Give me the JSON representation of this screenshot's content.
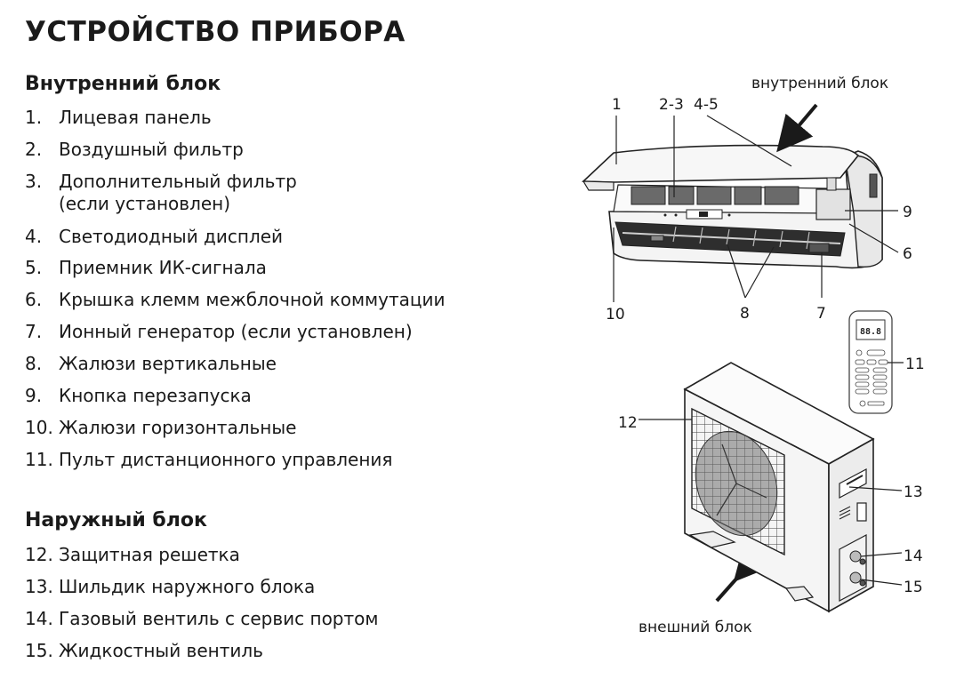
{
  "title": "УСТРОЙСТВО ПРИБОРА",
  "indoor": {
    "heading": "Внутренний блок",
    "items": [
      {
        "num": "1.",
        "text": "Лицевая панель"
      },
      {
        "num": "2.",
        "text": "Воздушный фильтр"
      },
      {
        "num": "3.",
        "text": "Дополнительный фильтр",
        "sub": "(если установлен)"
      },
      {
        "num": "4.",
        "text": "Светодиодный дисплей"
      },
      {
        "num": "5.",
        "text": "Приемник ИК-сигнала"
      },
      {
        "num": "6.",
        "text": "Крышка клемм межблочной коммутации"
      },
      {
        "num": "7.",
        "text": "Ионный генератор (если установлен)"
      },
      {
        "num": "8.",
        "text": "Жалюзи вертикальные"
      },
      {
        "num": "9.",
        "text": "Кнопка перезапуска"
      },
      {
        "num": "10.",
        "text": "Жалюзи горизонтальные"
      },
      {
        "num": "11.",
        "text": "Пульт дистанционного управления"
      }
    ]
  },
  "outdoor": {
    "heading": "Наружный блок",
    "items": [
      {
        "num": "12.",
        "text": "Защитная решетка"
      },
      {
        "num": "13.",
        "text": "Шильдик наружного блока"
      },
      {
        "num": "14.",
        "text": "Газовый вентиль с сервис портом"
      },
      {
        "num": "15.",
        "text": "Жидкостный вентиль"
      }
    ]
  },
  "diagram": {
    "indoor_caption": "внутренний блок",
    "outdoor_caption": "внешний блок",
    "remote_display": "88.8",
    "callouts": {
      "c1": "1",
      "c23": "2-3",
      "c45": "4-5",
      "c6": "6",
      "c7": "7",
      "c8": "8",
      "c9": "9",
      "c10": "10",
      "c11": "11",
      "c12": "12",
      "c13": "13",
      "c14": "14",
      "c15": "15"
    }
  }
}
